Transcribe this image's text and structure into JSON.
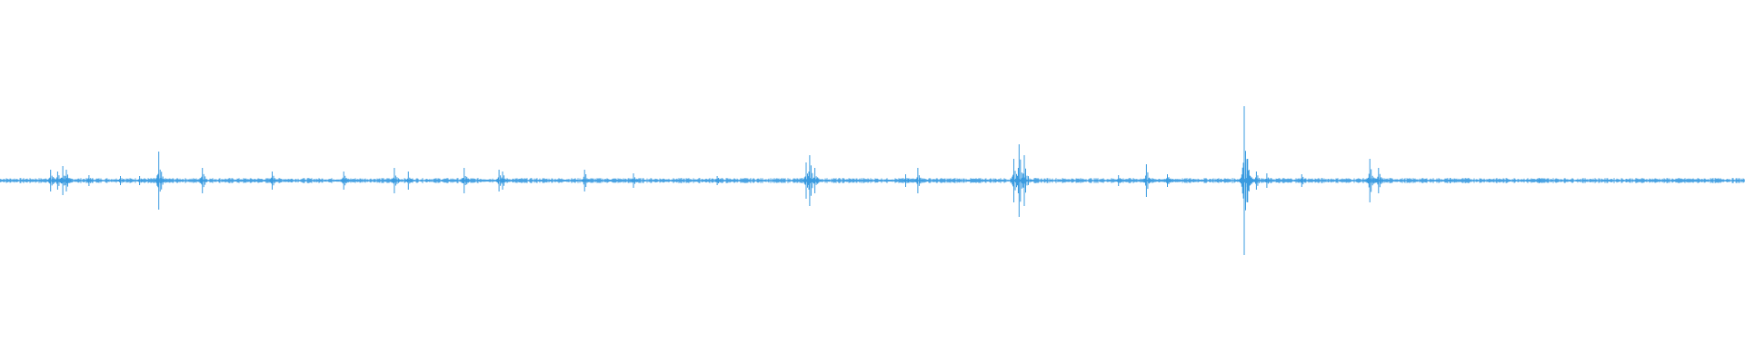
{
  "waveform": {
    "color": "#3a9be0",
    "baseline_amplitude": 0.012,
    "peak_scale": 1.0,
    "x_range": [
      0,
      1
    ],
    "y_range": [
      -1,
      1
    ],
    "bursts": [
      {
        "t": 0.029,
        "a": 0.06
      },
      {
        "t": 0.033,
        "a": 0.05
      },
      {
        "t": 0.036,
        "a": 0.08
      },
      {
        "t": 0.038,
        "a": 0.06
      },
      {
        "t": 0.051,
        "a": 0.03
      },
      {
        "t": 0.069,
        "a": 0.025
      },
      {
        "t": 0.08,
        "a": 0.025
      },
      {
        "t": 0.091,
        "a": 0.16
      },
      {
        "t": 0.116,
        "a": 0.07
      },
      {
        "t": 0.156,
        "a": 0.05
      },
      {
        "t": 0.197,
        "a": 0.05
      },
      {
        "t": 0.226,
        "a": 0.07
      },
      {
        "t": 0.234,
        "a": 0.05
      },
      {
        "t": 0.266,
        "a": 0.07
      },
      {
        "t": 0.286,
        "a": 0.06
      },
      {
        "t": 0.288,
        "a": 0.05
      },
      {
        "t": 0.335,
        "a": 0.06
      },
      {
        "t": 0.363,
        "a": 0.04
      },
      {
        "t": 0.411,
        "a": 0.025
      },
      {
        "t": 0.462,
        "a": 0.1
      },
      {
        "t": 0.464,
        "a": 0.14
      },
      {
        "t": 0.467,
        "a": 0.07
      },
      {
        "t": 0.519,
        "a": 0.035
      },
      {
        "t": 0.526,
        "a": 0.07
      },
      {
        "t": 0.581,
        "a": 0.12
      },
      {
        "t": 0.584,
        "a": 0.2
      },
      {
        "t": 0.587,
        "a": 0.14
      },
      {
        "t": 0.641,
        "a": 0.03
      },
      {
        "t": 0.657,
        "a": 0.09
      },
      {
        "t": 0.669,
        "a": 0.035
      },
      {
        "t": 0.713,
        "a": 0.41
      },
      {
        "t": 0.715,
        "a": 0.12
      },
      {
        "t": 0.72,
        "a": 0.05
      },
      {
        "t": 0.726,
        "a": 0.04
      },
      {
        "t": 0.746,
        "a": 0.035
      },
      {
        "t": 0.785,
        "a": 0.12
      },
      {
        "t": 0.79,
        "a": 0.07
      },
      {
        "t": 0.831,
        "a": 0.015
      },
      {
        "t": 0.882,
        "a": 0.015
      }
    ]
  }
}
